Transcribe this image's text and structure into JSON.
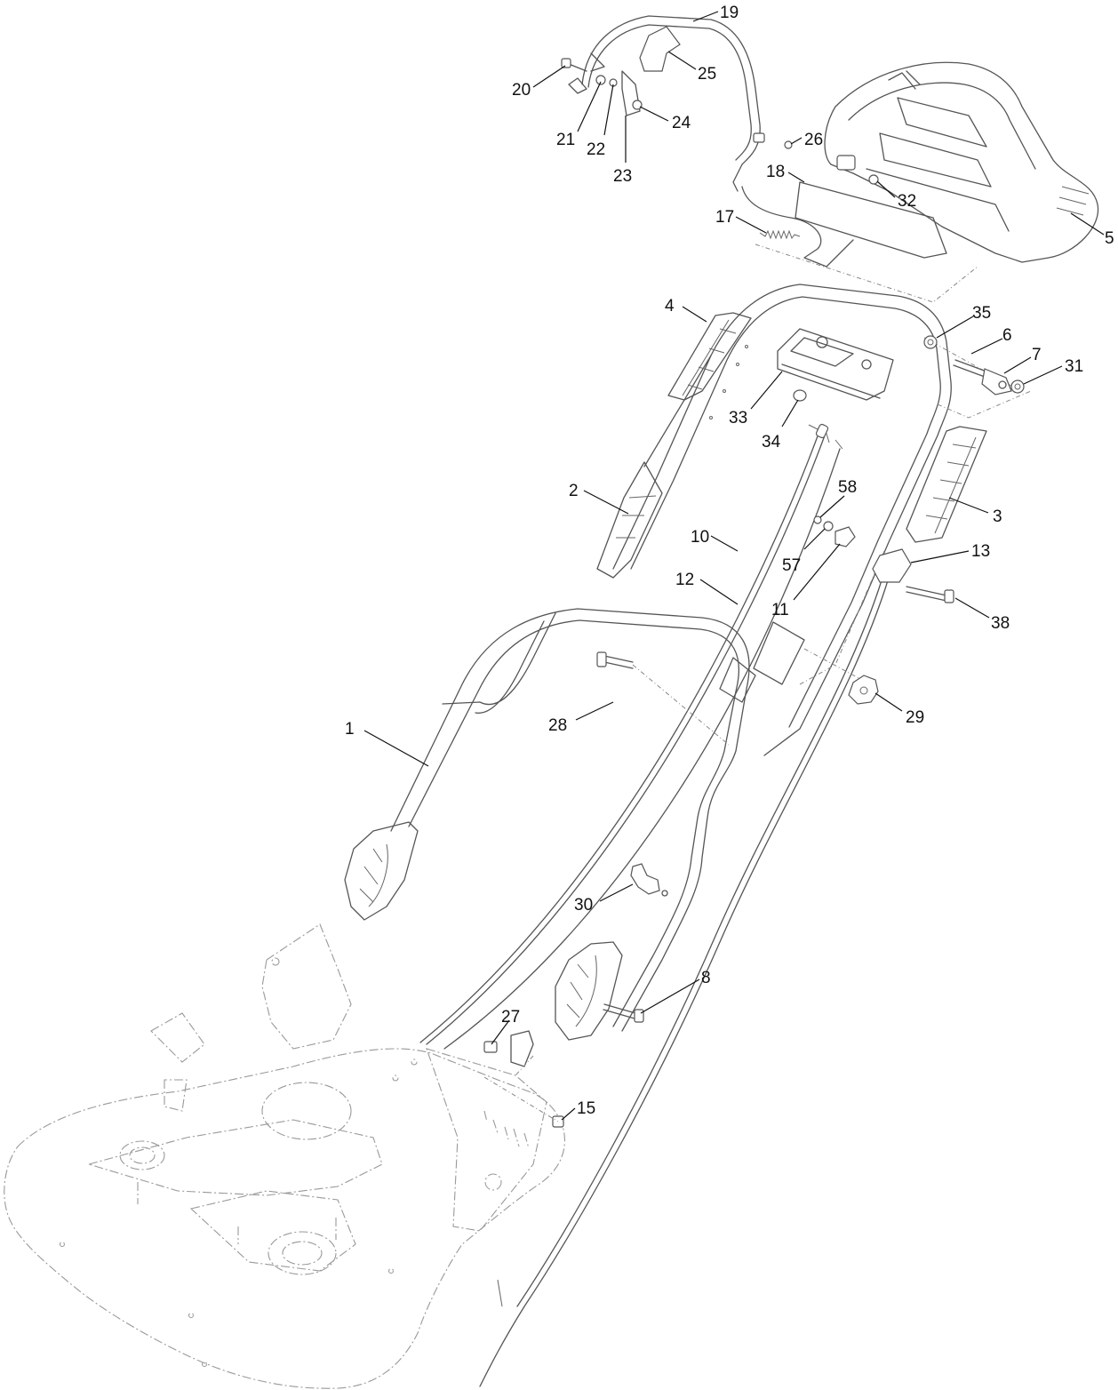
{
  "callouts": [
    {
      "id": "c1",
      "label": "1"
    },
    {
      "id": "c2",
      "label": "2"
    },
    {
      "id": "c3",
      "label": "3"
    },
    {
      "id": "c4",
      "label": "4"
    },
    {
      "id": "c5",
      "label": "5"
    },
    {
      "id": "c6",
      "label": "6"
    },
    {
      "id": "c7",
      "label": "7"
    },
    {
      "id": "c8",
      "label": "8"
    },
    {
      "id": "c10",
      "label": "10"
    },
    {
      "id": "c11",
      "label": "11"
    },
    {
      "id": "c12",
      "label": "12"
    },
    {
      "id": "c13",
      "label": "13"
    },
    {
      "id": "c15",
      "label": "15"
    },
    {
      "id": "c17",
      "label": "17"
    },
    {
      "id": "c18",
      "label": "18"
    },
    {
      "id": "c19",
      "label": "19"
    },
    {
      "id": "c20",
      "label": "20"
    },
    {
      "id": "c21",
      "label": "21"
    },
    {
      "id": "c22",
      "label": "22"
    },
    {
      "id": "c23",
      "label": "23"
    },
    {
      "id": "c24",
      "label": "24"
    },
    {
      "id": "c25",
      "label": "25"
    },
    {
      "id": "c26",
      "label": "26"
    },
    {
      "id": "c27",
      "label": "27"
    },
    {
      "id": "c28",
      "label": "28"
    },
    {
      "id": "c29",
      "label": "29"
    },
    {
      "id": "c30",
      "label": "30"
    },
    {
      "id": "c31",
      "label": "31"
    },
    {
      "id": "c32",
      "label": "32"
    },
    {
      "id": "c33",
      "label": "33"
    },
    {
      "id": "c34",
      "label": "34"
    },
    {
      "id": "c35",
      "label": "35"
    },
    {
      "id": "c38",
      "label": "38"
    },
    {
      "id": "c57",
      "label": "57"
    },
    {
      "id": "c58",
      "label": "58"
    }
  ]
}
